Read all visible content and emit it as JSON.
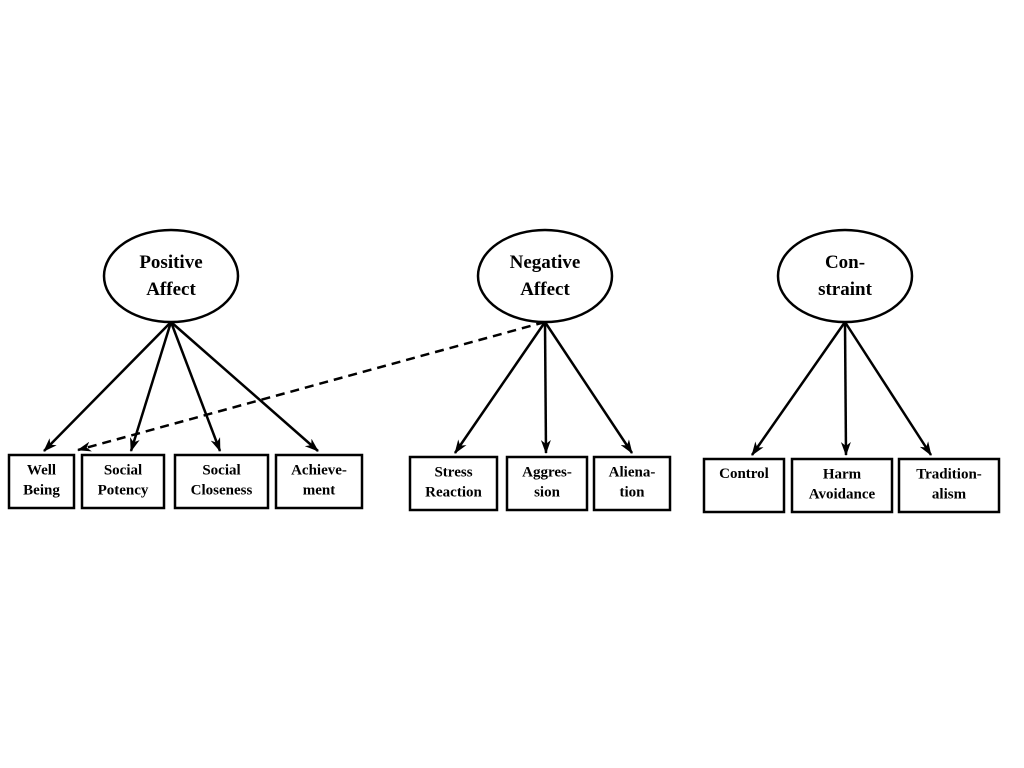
{
  "factors": [
    {
      "id": "positive-affect",
      "lines": [
        "Positive",
        "Affect"
      ]
    },
    {
      "id": "negative-affect",
      "lines": [
        "Negative",
        "Affect"
      ]
    },
    {
      "id": "constraint",
      "lines": [
        "Con-",
        "straint"
      ]
    }
  ],
  "indicators": [
    {
      "id": "well-being",
      "factor": "positive-affect",
      "lines": [
        "Well",
        "Being"
      ]
    },
    {
      "id": "social-potency",
      "factor": "positive-affect",
      "lines": [
        "Social",
        "Potency"
      ]
    },
    {
      "id": "social-closeness",
      "factor": "positive-affect",
      "lines": [
        "Social",
        "Closeness"
      ]
    },
    {
      "id": "achievement",
      "factor": "positive-affect",
      "lines": [
        "Achieve-",
        "ment"
      ]
    },
    {
      "id": "stress-reaction",
      "factor": "negative-affect",
      "lines": [
        "Stress",
        "Reaction"
      ]
    },
    {
      "id": "aggression",
      "factor": "negative-affect",
      "lines": [
        "Aggres-",
        "sion"
      ]
    },
    {
      "id": "alienation",
      "factor": "negative-affect",
      "lines": [
        "Aliena-",
        "tion"
      ]
    },
    {
      "id": "control",
      "factor": "constraint",
      "lines": [
        "Control"
      ]
    },
    {
      "id": "harm-avoidance",
      "factor": "constraint",
      "lines": [
        "Harm",
        "Avoidance"
      ]
    },
    {
      "id": "traditionalism",
      "factor": "constraint",
      "lines": [
        "Tradition-",
        "alism"
      ]
    }
  ],
  "cross_loadings": [
    {
      "from": "negative-affect",
      "to": "social-potency",
      "style": "dashed"
    }
  ]
}
